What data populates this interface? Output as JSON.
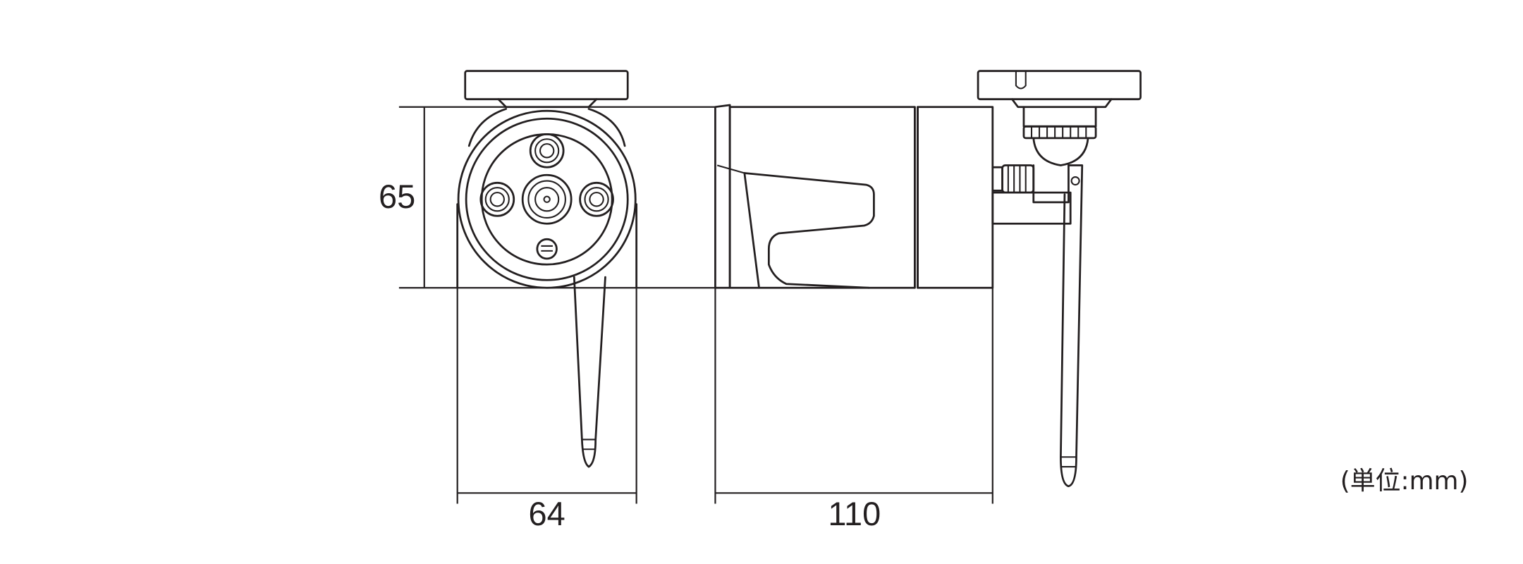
{
  "dimensions": {
    "height": "65",
    "front_width": "64",
    "body_length": "110"
  },
  "unit_note": "(単位:mm)"
}
